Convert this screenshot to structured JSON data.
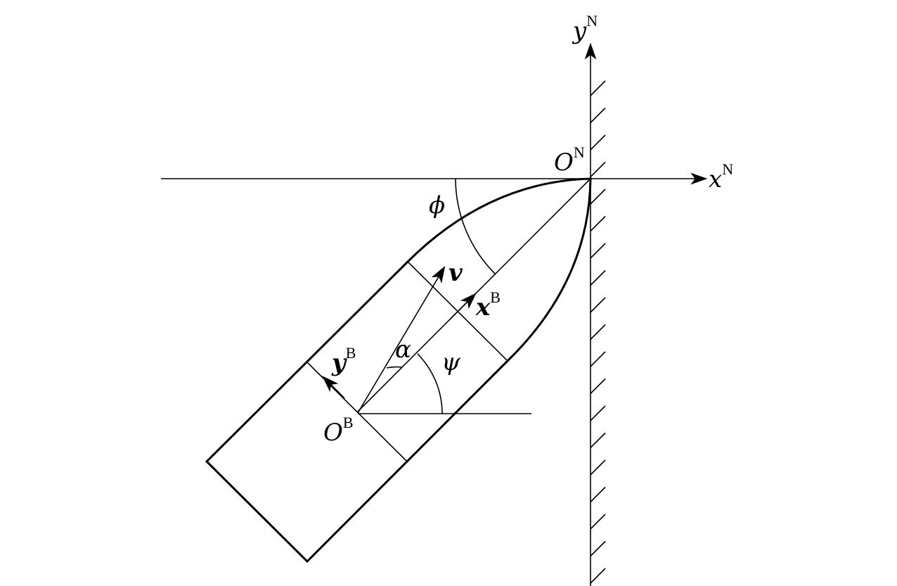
{
  "labels": {
    "xN_main": "x",
    "xN_sup": "N",
    "yN_main": "y",
    "yN_sup": "N",
    "ON_main": "O",
    "ON_sup": "N",
    "OB_main": "O",
    "OB_sup": "B",
    "xB_main": "x",
    "xB_sup": "B",
    "yB_main": "y",
    "yB_sup": "B",
    "v": "v",
    "alpha": "α",
    "psi": "ψ",
    "phi": "ϕ"
  }
}
